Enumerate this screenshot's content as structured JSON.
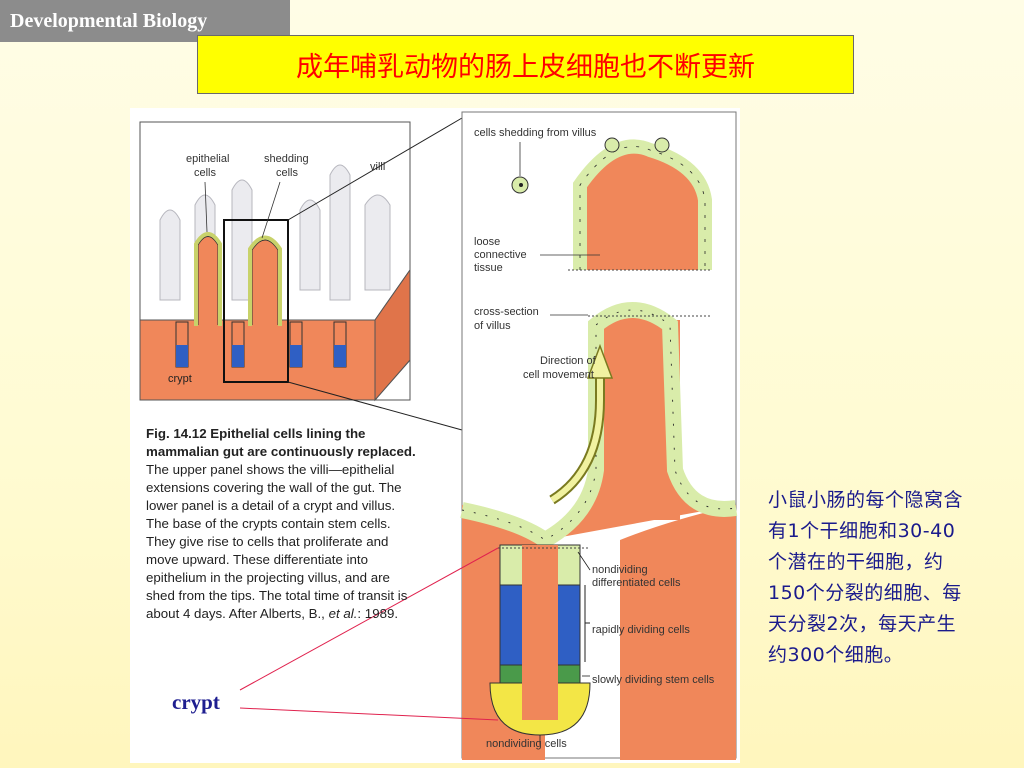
{
  "header": {
    "course": "Developmental Biology",
    "title": "成年哺乳动物的肠上皮细胞也不断更新"
  },
  "figure": {
    "upper_labels": {
      "epithelial": "epithelial\ncells",
      "shedding": "shedding\ncells",
      "villi": "villi",
      "crypt": "crypt"
    },
    "detail_labels": {
      "cells_shedding": "cells shedding from villus",
      "loose_tissue": "loose\nconnective\ntissue",
      "cross_section": "cross-section\nof villus",
      "direction": "Direction of\ncell movement",
      "nondividing_diff": "nondividing\ndifferentiated cells",
      "rapidly_dividing": "rapidly dividing cells",
      "slowly_dividing": "slowly dividing stem cells",
      "nondividing_bottom": "nondividing cells"
    },
    "caption": {
      "heading": "Fig. 14.12 Epithelial cells lining the mammalian gut are continuously replaced.",
      "body": " The upper panel shows the villi—epithelial extensions covering the wall of the gut. The lower panel is a detail of a crypt and villus. The base of the crypts contain stem cells. They give rise to cells that proliferate and move upward. These differentiate into epithelium in the projecting villus, and are shed from the tips. The total time of transit is about 4 days. After Alberts, B., ",
      "etal": "et al.",
      "year": ": 1989."
    }
  },
  "annotation": {
    "crypt_label": "crypt",
    "note": "小鼠小肠的每个隐窝含有1个干细胞和30-40个潜在的干细胞，约150个分裂的细胞、每天分裂2次，每天产生约300个细胞。"
  },
  "colors": {
    "tissue": "#f0875a",
    "epithelium": "#d9ecaa",
    "rapid": "#2f5fc4",
    "stem": "#4a9a4a",
    "nondividing": "#f3e646",
    "title_text": "#ff0000",
    "title_bg": "#ffff00"
  }
}
